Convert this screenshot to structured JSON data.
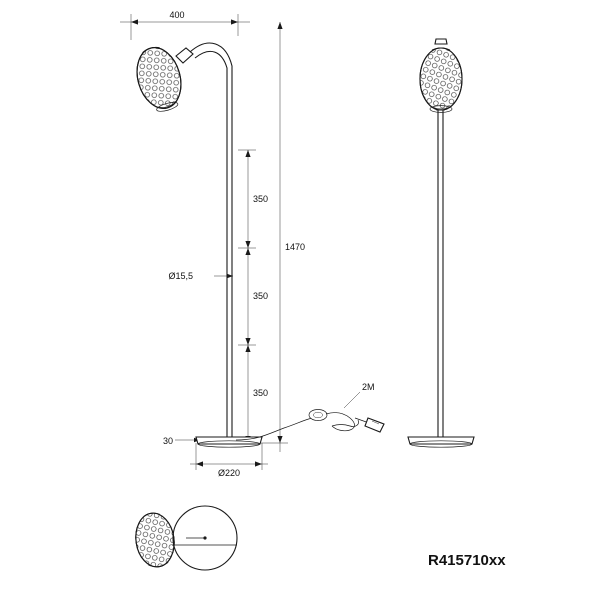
{
  "page": {
    "title": "Floor lamp technical drawing",
    "background_color": "#ffffff",
    "line_color": "#1a1a1a",
    "product_code": "R415710xx"
  },
  "dimensions": {
    "reach_top": "400",
    "segment_upper": "350",
    "segment_middle": "350",
    "segment_lower": "350",
    "total_height": "1470",
    "tube_diameter": "Ø15,5",
    "base_diameter": "Ø220",
    "base_thickness": "30",
    "cable_length": "2M"
  },
  "views": {
    "left": "side view with bent arm",
    "right": "straight front view",
    "bottom": "top view of shade and base circle"
  },
  "labels": {
    "reach_top": "400",
    "segment_upper": "350",
    "segment_middle": "350",
    "segment_lower": "350",
    "total_height": "1470",
    "tube_diameter": "Ø15,5",
    "base_diameter": "Ø220",
    "base_thickness": "30",
    "cable_length": "2M",
    "product_code": "R415710xx"
  }
}
